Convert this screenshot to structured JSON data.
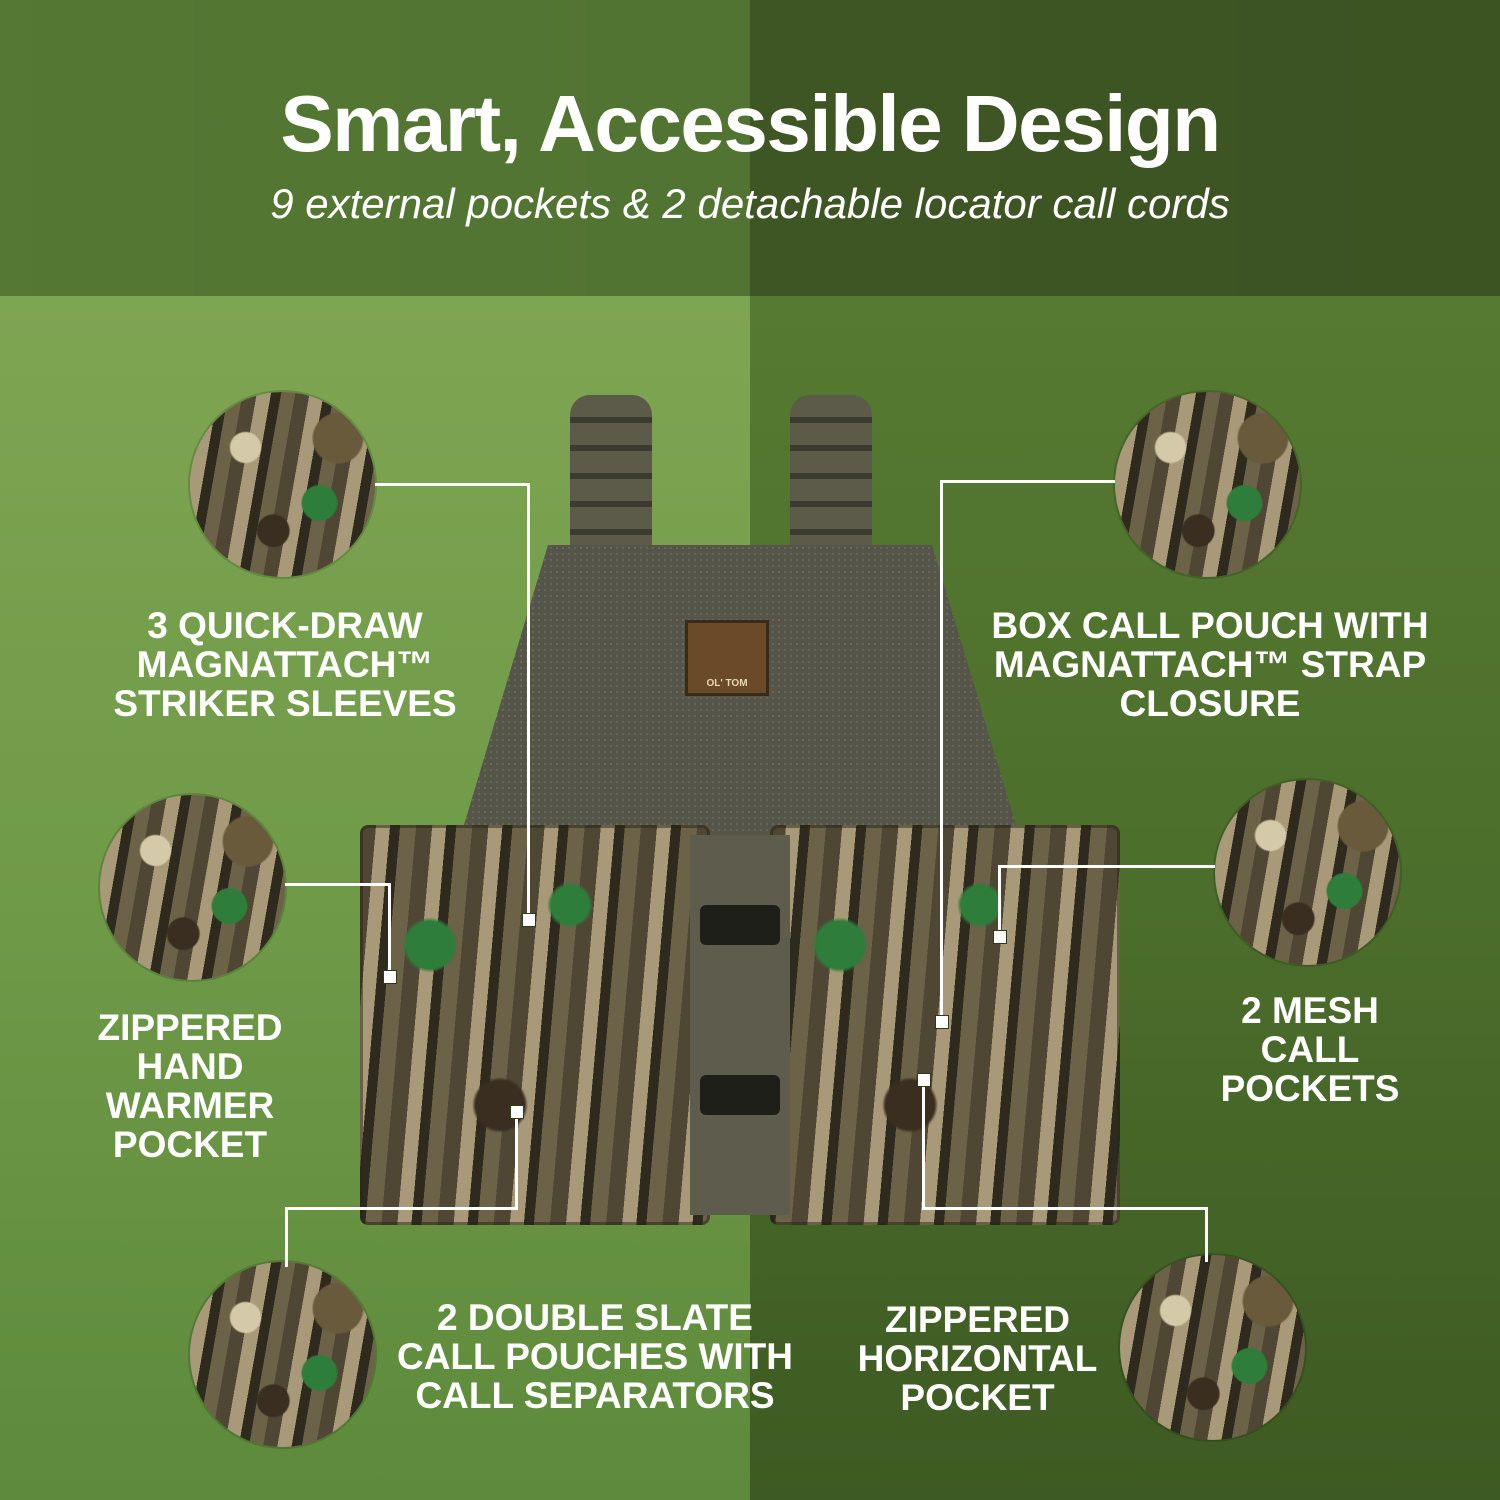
{
  "header": {
    "title": "Smart, Accessible Design",
    "subtitle": "9 external pockets & 2 detachable locator call cords"
  },
  "callouts": {
    "striker_sleeves": "3 QUICK-DRAW MAGNATTACH™ STRIKER SLEEVES",
    "box_call_pouch": "BOX CALL POUCH WITH MAGNATTACH™ STRAP CLOSURE",
    "hand_warmer": "ZIPPERED HAND WARMER POCKET",
    "mesh_pockets": "2 MESH CALL POCKETS",
    "slate_pouches": "2 DOUBLE SLATE CALL POUCHES WITH CALL SEPARATORS",
    "horizontal_pocket": "ZIPPERED HORIZONTAL POCKET"
  },
  "product": {
    "brand_logo_text": "OL' TOM"
  },
  "colors": {
    "text": "#ffffff",
    "left_background": "#7ea552",
    "right_background": "#567a31",
    "header_background": "#4a6a2d"
  }
}
